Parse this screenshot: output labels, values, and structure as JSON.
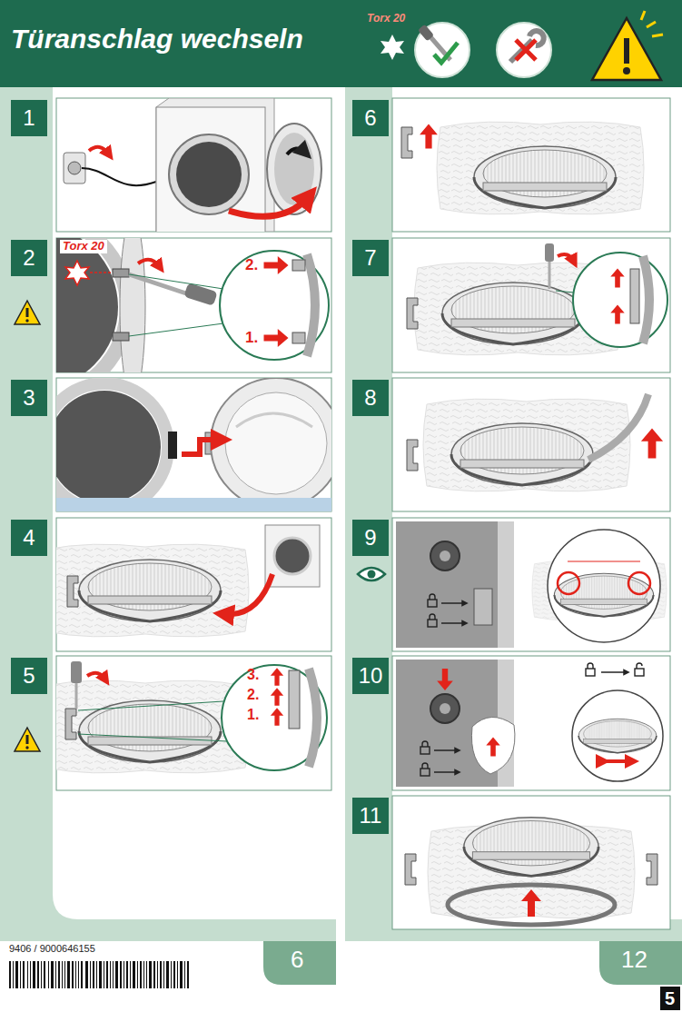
{
  "diagram": {
    "title": "Türanschlag wechseln",
    "nodes": [
      {
        "text": [
          "1"
        ]
      },
      {
        "text": [
          "2"
        ]
      },
      {
        "text": [
          "3"
        ]
      },
      {
        "text": [
          "4"
        ]
      },
      {
        "text": [
          "5"
        ]
      },
      {
        "text": [
          "6"
        ]
      },
      {
        "text": [
          "7"
        ]
      },
      {
        "text": [
          "8"
        ]
      },
      {
        "text": [
          "9"
        ]
      },
      {
        "text": [
          "10"
        ]
      },
      {
        "text": [
          "11"
        ]
      }
    ],
    "labels": [
      "Torx 20",
      "Torx 20",
      "2.",
      "1.",
      "3.",
      "2.",
      "1.",
      "9406 / 9000646155",
      "6",
      "12",
      "5"
    ]
  }
}
